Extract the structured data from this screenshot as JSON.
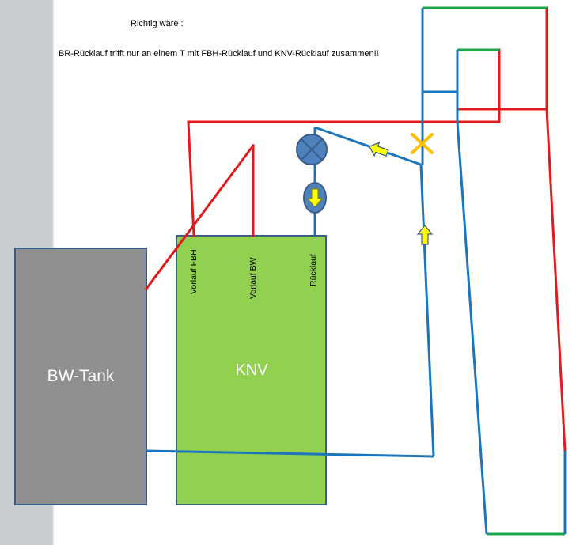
{
  "note": {
    "title": "Richtig wäre :",
    "body": "BR-Rücklauf trifft nur an einem T mit FBH-Rücklauf und KNV-Rücklauf zusammen!!"
  },
  "bw_tank": {
    "label": "BW-Tank"
  },
  "knv": {
    "label": "KNV",
    "ports": {
      "vorlauf_fbh": "Vorlauf FBH",
      "vorlauf_bw": "Vorlauf BW",
      "ruecklauf": "Rücklauf"
    }
  },
  "colors": {
    "supply_pipe": "#e31a1c",
    "return_pipe": "#1b75bc",
    "radiator_cap": "#1fa64a",
    "tank_fill": "#8f8f8f",
    "knv_fill": "#92d050",
    "component_fill": "#4f81bd",
    "arrow_fill": "#ffff00",
    "x_mark": "#ffc000",
    "margin": "#c9ccd1"
  },
  "icons": {
    "valve": "valve-x-icon",
    "pump": "pump-down-arrow-icon",
    "flow_arrow": "flow-arrow-icon",
    "junction_mark": "x-mark-icon"
  }
}
